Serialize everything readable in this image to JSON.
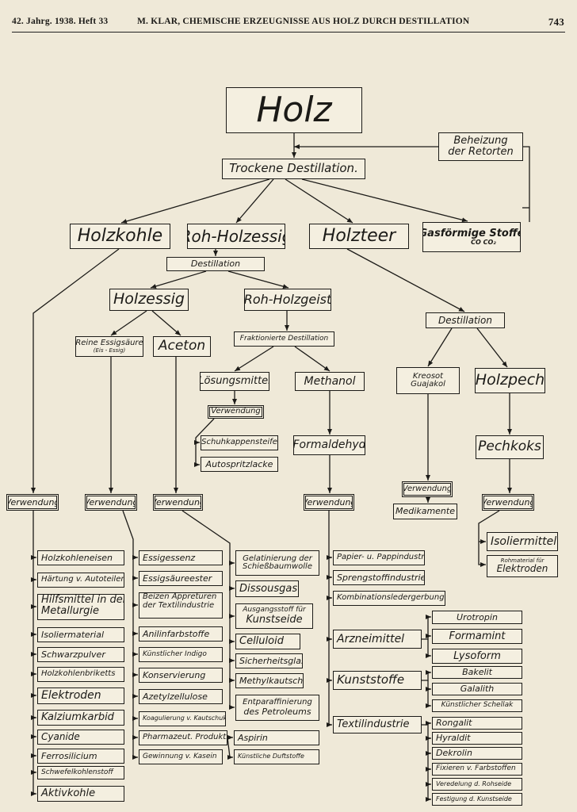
{
  "header": {
    "left": "42. Jahrg. 1938. Heft 33",
    "title": "M. KLAR, CHEMISCHE ERZEUGNISSE AUS HOLZ DURCH DESTILLATION",
    "page": "743"
  },
  "diagram": {
    "holz": "Holz",
    "beheizung_1": "Beheizung",
    "beheizung_2": "der Retorten",
    "trockene_destillation": "Trockene Destillation.",
    "holzkohle": "Holzkohle",
    "roh_holzessig": "Roh-Holzessig",
    "holzteer": "Holzteer",
    "gasfoermige_stoffe": "Gasförmige Stoffe",
    "gas_formula": "CO  CO₂",
    "destillation_1": "Destillation",
    "holzessig": "Holzessig",
    "roh_holzgeist": "Roh-Holzgeist",
    "destillation_2": "Destillation",
    "reine_essigsaeure": "Reine Essigsäure",
    "eis_essig": "(Eis - Essig)",
    "aceton": "Aceton",
    "fraktionierte_destillation": "Fraktionierte Destillation",
    "loesungsmittel": "Lösungsmittel",
    "methanol": "Methanol",
    "kreosot_1": "Kreosot",
    "kreosot_2": "Guajakol",
    "holzpech": "Holzpech",
    "verwendung_lm": "Verwendung",
    "schuhkappensteife": "Schuhkappensteife",
    "autospritzlacke": "Autospritzlacke",
    "formaldehyd": "Formaldehyd",
    "verwendung_kreosot": "Verwendung",
    "medikamente": "Medikamente",
    "pechkoks": "Pechkoks",
    "verwendung_holzkohle": "Verwendung",
    "verwendung_essig": "Verwendung",
    "verwendung_aceton": "Verwendung",
    "verwendung_formaldehyd": "Verwendung",
    "verwendung_pechkoks": "Verwendung",
    "isoliermittel": "Isoliermittel",
    "rohmaterial_fuer": "Rohmaterial für",
    "elektroden_pk": "Elektroden",
    "holzkohle_uses": [
      "Holzkohleneisen",
      "Härtung v. Autoteilen",
      "Hilfsmittel in der",
      "Metallurgie",
      "Isoliermaterial",
      "Schwarzpulver",
      "Holzkohlenbriketts",
      "Elektroden",
      "Kalziumkarbid",
      "Cyanide",
      "Ferrosilicium",
      "Schwefelkohlenstoff",
      "Aktivkohle"
    ],
    "essig_uses": [
      "Essigessenz",
      "Essigsäureester",
      "Beizen Appreturen",
      "der Textilindustrie",
      "Anilinfarbstoffe",
      "Künstlicher Indigo",
      "Konservierung",
      "Azetylzellulose",
      "Koagulierung v. Kautschuk",
      "Pharmazeut. Produkt.",
      "Gewinnung v. Kasein"
    ],
    "aspirin": "Aspirin",
    "duftstoffe": "Künstliche Duftstoffe",
    "aceton_uses": [
      "Gelatinierung der",
      "Schießbaumwolle",
      "Dissousgas",
      "Ausgangsstoff für",
      "Kunstseide",
      "Celluloid",
      "Sicherheitsglas",
      "Methylkautschuk",
      "Entparaffinierung",
      "des Petroleums"
    ],
    "formaldehyd_uses": [
      "Papier- u. Pappindustrie",
      "Sprengstoffindustrie",
      "Kombinationsledergerbung",
      "Arzneimittel",
      "Kunststoffe",
      "Textilindustrie"
    ],
    "arznei_sub": [
      "Urotropin",
      "Formamint",
      "Lysoform"
    ],
    "kunststoff_sub": [
      "Bakelit",
      "Galalith",
      "Künstlicher Schellak"
    ],
    "textil_sub": [
      "Rongalit",
      "Hyraldit",
      "Dekrolin",
      "Fixieren v. Farbstoffen",
      "Veredelung d. Rohseide",
      "Festigung d. Kunstseide"
    ]
  }
}
